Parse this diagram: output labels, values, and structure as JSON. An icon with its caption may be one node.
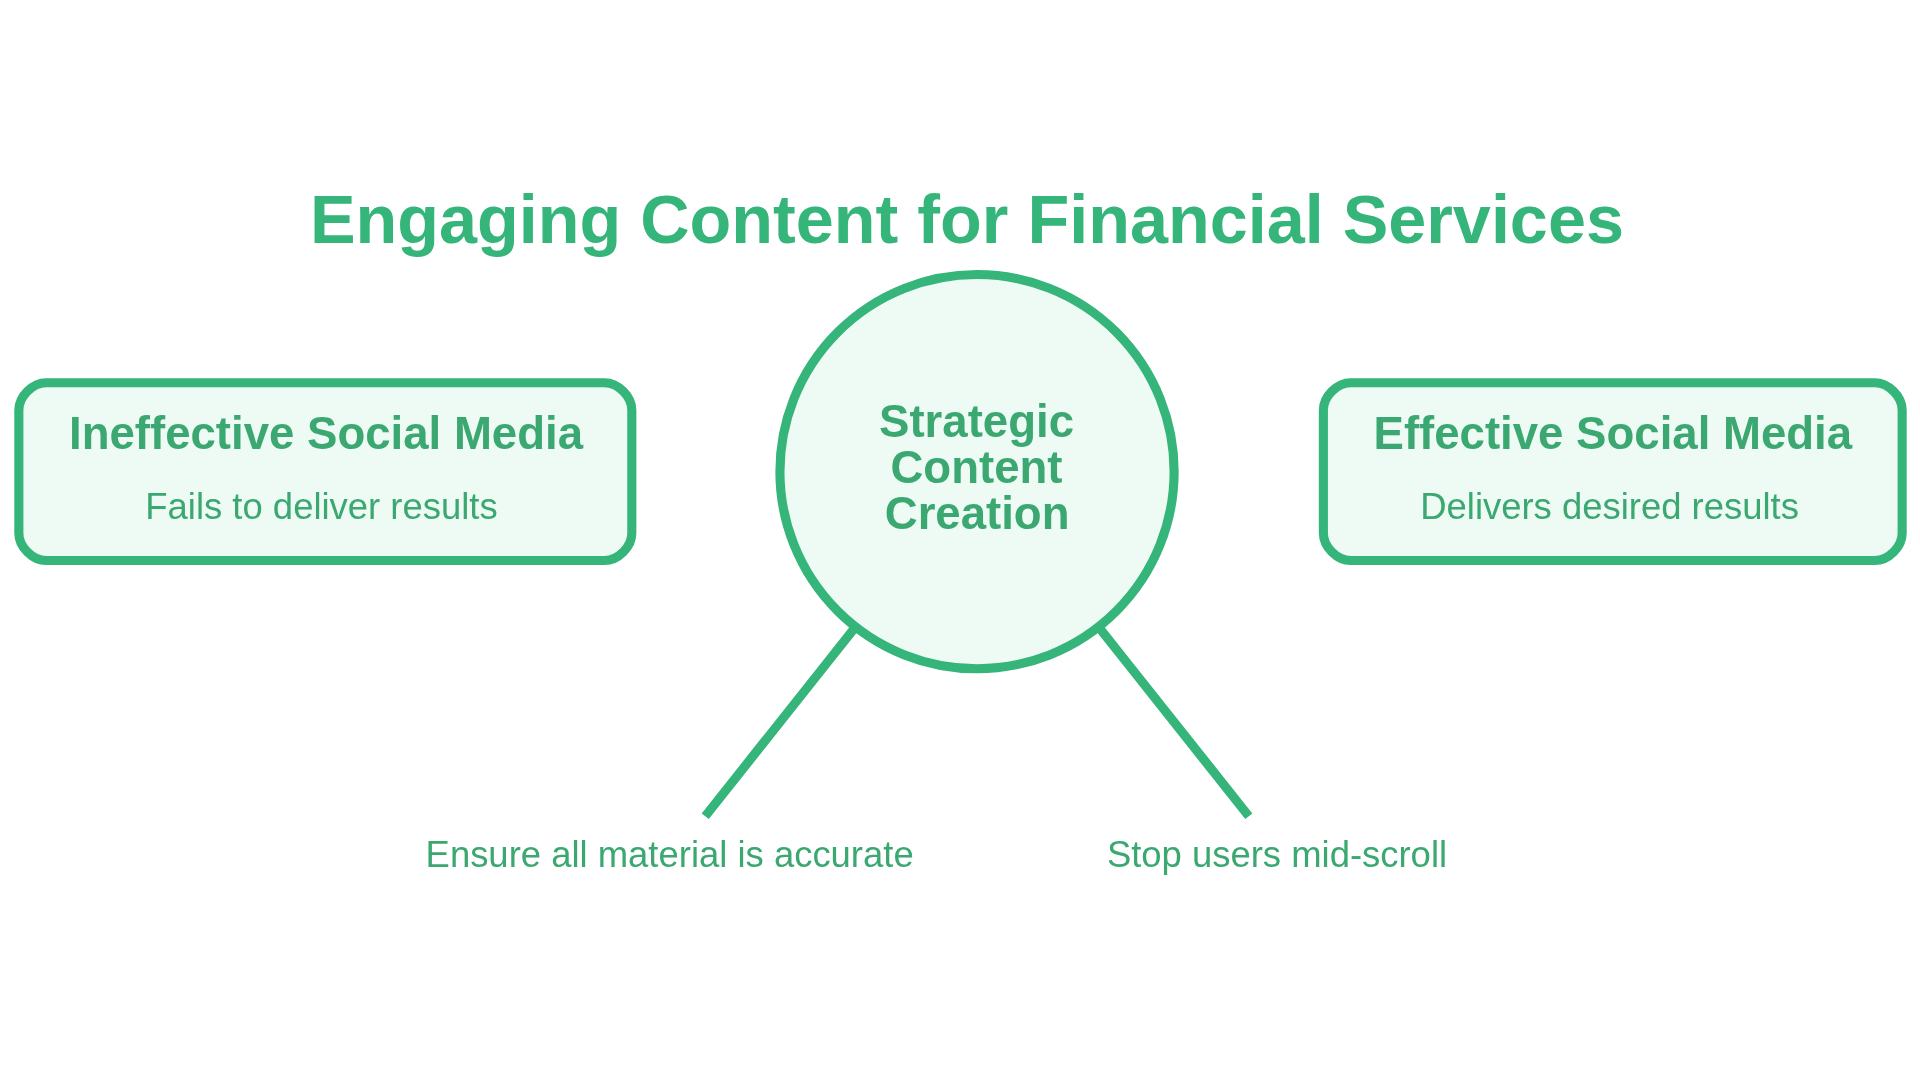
{
  "diagram": {
    "title": "Engaging Content for Financial Services",
    "nodes": [
      {
        "text": [
          "Ineffective Social Media",
          "Fails to deliver results"
        ]
      },
      {
        "text": [
          "Strategic Content Creation"
        ]
      },
      {
        "text": [
          "Effective Social Media",
          "Delivers desired results"
        ]
      },
      {
        "text": [
          "Ensure all material is accurate"
        ]
      },
      {
        "text": [
          "Stop users mid-scroll"
        ]
      }
    ],
    "edges": [
      {
        "from": 1,
        "to": 3,
        "arrow": "none"
      },
      {
        "from": 1,
        "to": 4,
        "arrow": "none"
      }
    ]
  }
}
